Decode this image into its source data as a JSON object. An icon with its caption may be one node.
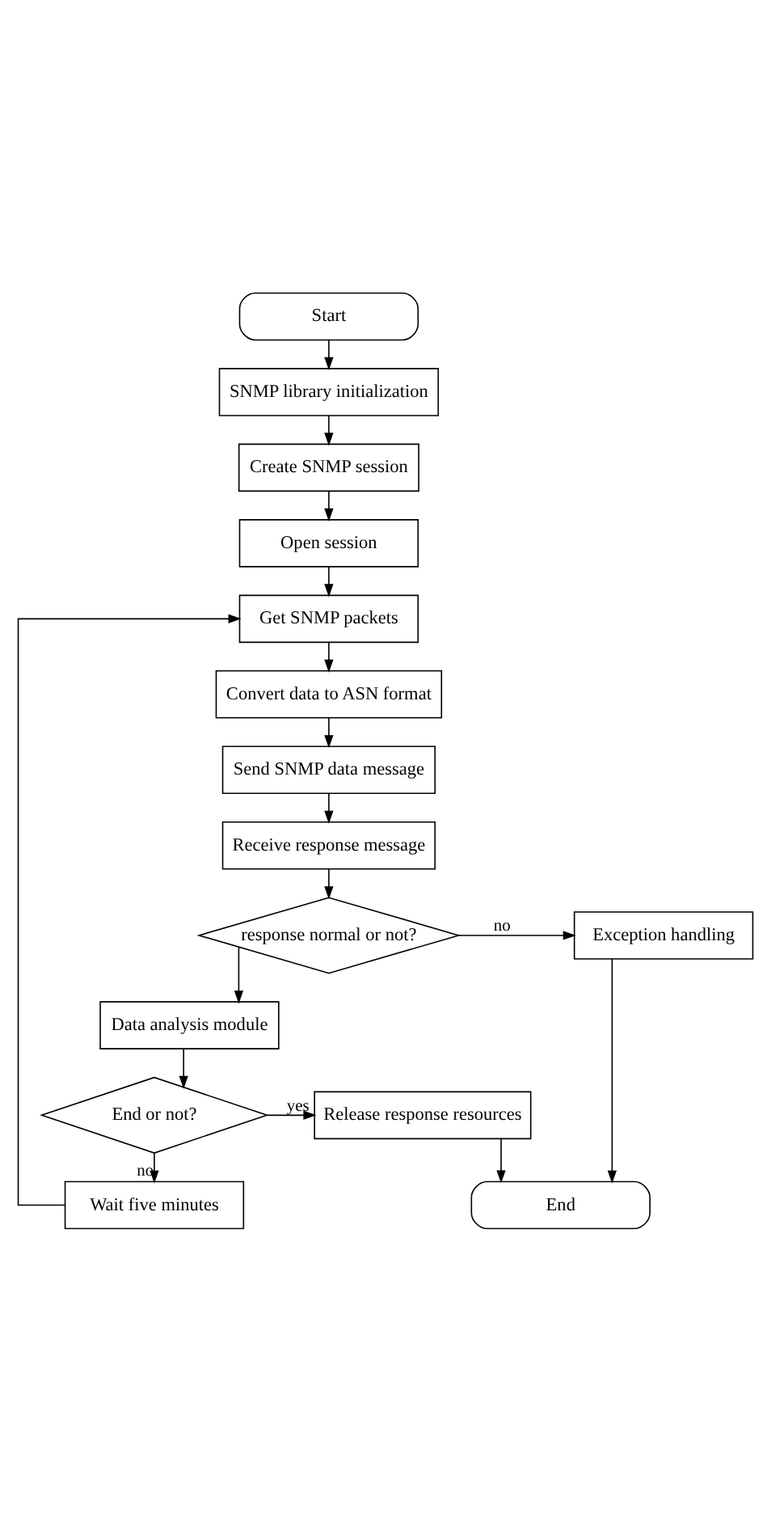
{
  "diagram": {
    "nodes": [
      {
        "text": [
          "Start"
        ]
      },
      {
        "text": [
          "SNMP library initialization"
        ]
      },
      {
        "text": [
          "Create SNMP session"
        ]
      },
      {
        "text": [
          "Open session"
        ]
      },
      {
        "text": [
          "Get SNMP packets"
        ]
      },
      {
        "text": [
          "Convert data to ASN format"
        ]
      },
      {
        "text": [
          "Send SNMP data message"
        ]
      },
      {
        "text": [
          "Receive response message"
        ]
      },
      {
        "text": [
          "response normal or not?"
        ]
      },
      {
        "text": [
          "Exception handling"
        ]
      },
      {
        "text": [
          "Data analysis module"
        ]
      },
      {
        "text": [
          "End or not?"
        ]
      },
      {
        "text": [
          "Release response resources"
        ]
      },
      {
        "text": [
          "Wait five minutes"
        ]
      },
      {
        "text": [
          "End"
        ]
      }
    ],
    "edges": [
      {
        "from": 0,
        "to": 1,
        "arrow": "to"
      },
      {
        "from": 1,
        "to": 2,
        "arrow": "to"
      },
      {
        "from": 2,
        "to": 3,
        "arrow": "to"
      },
      {
        "from": 3,
        "to": 4,
        "arrow": "to"
      },
      {
        "from": 4,
        "to": 5,
        "arrow": "to"
      },
      {
        "from": 5,
        "to": 6,
        "arrow": "to"
      },
      {
        "from": 6,
        "to": 7,
        "arrow": "to"
      },
      {
        "from": 7,
        "to": 8,
        "arrow": "to"
      },
      {
        "from": 8,
        "to": 9,
        "arrow": "to",
        "label": "no"
      },
      {
        "from": 8,
        "to": 10,
        "arrow": "to"
      },
      {
        "from": 10,
        "to": 11,
        "arrow": "to"
      },
      {
        "from": 11,
        "to": 12,
        "arrow": "to",
        "label": "yes"
      },
      {
        "from": 11,
        "to": 13,
        "arrow": "to",
        "label": "no"
      },
      {
        "from": 13,
        "to": 4,
        "arrow": "to"
      },
      {
        "from": 9,
        "to": 14,
        "arrow": "to"
      },
      {
        "from": 12,
        "to": 14,
        "arrow": "to"
      }
    ]
  }
}
